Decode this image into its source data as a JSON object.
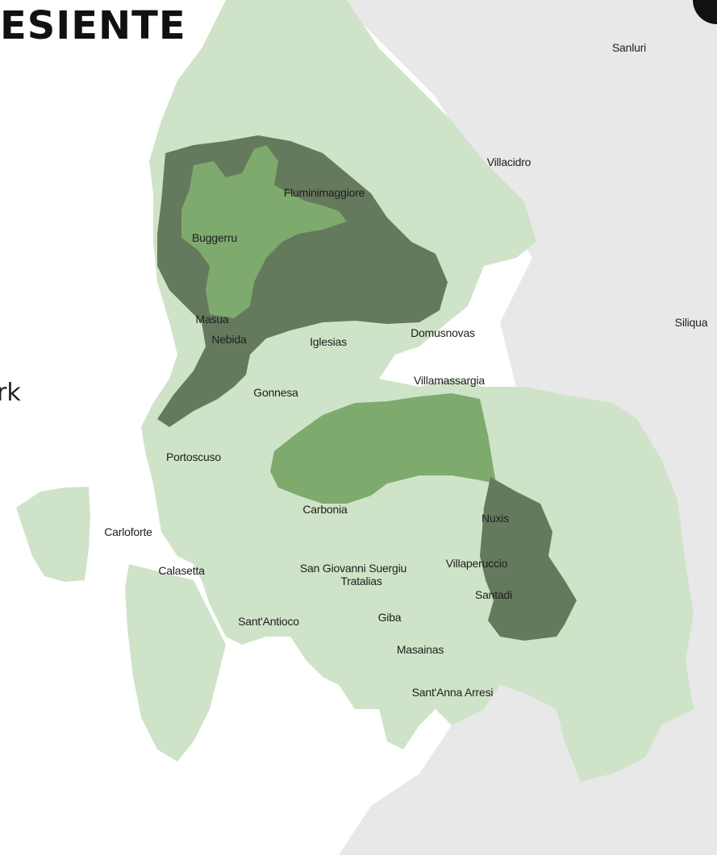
{
  "title": "ESIENTE",
  "side_text": "rk",
  "colors": {
    "sea": "#ffffff",
    "land": "#e8e8e8",
    "region_light": "#cfe3c8",
    "region_mid": "#7faa6e",
    "region_dark": "#657a5c"
  },
  "places": [
    {
      "key": "sanluri",
      "label": "Sanluri"
    },
    {
      "key": "villacidro",
      "label": "Villacidro"
    },
    {
      "key": "fluminimaggiore",
      "label": "Fluminimaggiore"
    },
    {
      "key": "buggerru",
      "label": "Buggerru"
    },
    {
      "key": "masua",
      "label": "Masua"
    },
    {
      "key": "nebida",
      "label": "Nebida"
    },
    {
      "key": "iglesias",
      "label": "Iglesias"
    },
    {
      "key": "domusnovas",
      "label": "Domusnovas"
    },
    {
      "key": "siliqua",
      "label": "Siliqua"
    },
    {
      "key": "villamassargia",
      "label": "Villamassargia"
    },
    {
      "key": "gonnesa",
      "label": "Gonnesa"
    },
    {
      "key": "portoscuso",
      "label": "Portoscuso"
    },
    {
      "key": "carbonia",
      "label": "Carbonia"
    },
    {
      "key": "nuxis",
      "label": "Nuxis"
    },
    {
      "key": "carloforte",
      "label": "Carloforte"
    },
    {
      "key": "calasetta",
      "label": "Calasetta"
    },
    {
      "key": "san-giovanni-suergiu",
      "label": "San Giovanni Suergiu"
    },
    {
      "key": "villaperuccio",
      "label": "Villaperuccio"
    },
    {
      "key": "tratalias",
      "label": "Tratalias"
    },
    {
      "key": "santadi",
      "label": "Santadi"
    },
    {
      "key": "santantioco",
      "label": "Sant'Antioco"
    },
    {
      "key": "giba",
      "label": "Giba"
    },
    {
      "key": "masainas",
      "label": "Masainas"
    },
    {
      "key": "santanna-arresi",
      "label": "Sant'Anna Arresi"
    }
  ]
}
